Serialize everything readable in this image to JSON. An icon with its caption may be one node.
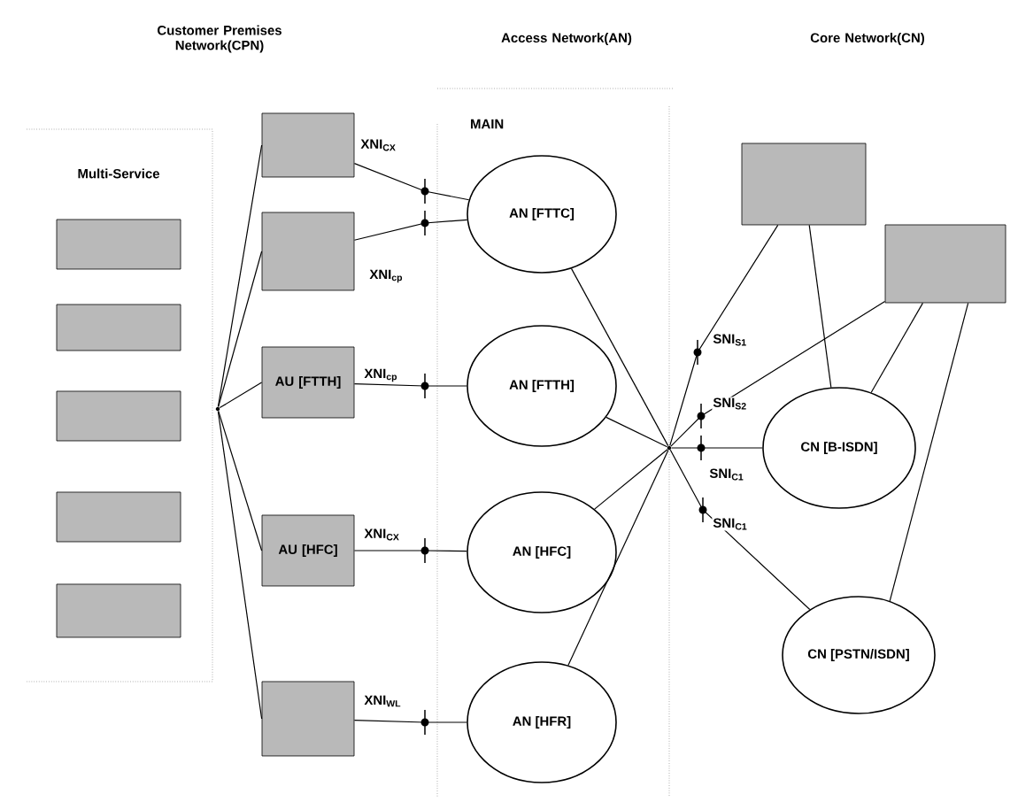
{
  "diagram": {
    "nodes": [
      {
        "text": [],
        "shape": "box"
      },
      {
        "text": [],
        "shape": "box"
      },
      {
        "text": [],
        "shape": "box"
      },
      {
        "text": [],
        "shape": "box"
      },
      {
        "text": [],
        "shape": "box"
      },
      {
        "text": [],
        "shape": "dot"
      },
      {
        "text": [],
        "shape": "box"
      },
      {
        "text": [],
        "shape": "box"
      },
      {
        "text": [
          "AU [FTTH]"
        ]
      },
      {
        "text": [
          "AU [HFC]"
        ]
      },
      {
        "text": [],
        "shape": "box"
      },
      {
        "text": [
          "AN [FTTC]"
        ]
      },
      {
        "text": [
          "AN [FTTH]"
        ]
      },
      {
        "text": [
          "AN [HFC]"
        ]
      },
      {
        "text": [
          "AN [HFR]"
        ]
      },
      {
        "text": [],
        "shape": "dot"
      },
      {
        "text": [],
        "shape": "box"
      },
      {
        "text": [],
        "shape": "box"
      },
      {
        "text": [
          "CN [B-ISDN]"
        ]
      },
      {
        "text": [
          "CN [PSTN/ISDN]"
        ]
      }
    ],
    "edges": [
      {
        "from": 5,
        "to": 6,
        "arrow": "none"
      },
      {
        "from": 5,
        "to": 7,
        "arrow": "none"
      },
      {
        "from": 5,
        "to": 8,
        "arrow": "none"
      },
      {
        "from": 5,
        "to": 9,
        "arrow": "none"
      },
      {
        "from": 5,
        "to": 10,
        "arrow": "none"
      },
      {
        "from": 6,
        "to": 11,
        "arrow": "none",
        "label": "XNI$_{CX}$"
      },
      {
        "from": 7,
        "to": 11,
        "arrow": "none",
        "label": "XNI$_{cp}$"
      },
      {
        "from": 8,
        "to": 12,
        "arrow": "none",
        "label": "XNI$_{cp}$"
      },
      {
        "from": 9,
        "to": 13,
        "arrow": "none",
        "label": "XNI$_{CX}$"
      },
      {
        "from": 10,
        "to": 14,
        "arrow": "none",
        "label": "XNI$_{WL}$"
      },
      {
        "from": 11,
        "to": 15,
        "arrow": "none"
      },
      {
        "from": 12,
        "to": 15,
        "arrow": "none"
      },
      {
        "from": 13,
        "to": 15,
        "arrow": "none"
      },
      {
        "from": 14,
        "to": 15,
        "arrow": "none"
      },
      {
        "from": 15,
        "to": 16,
        "arrow": "none",
        "label": "SNI$_{S1}$"
      },
      {
        "from": 15,
        "to": 17,
        "arrow": "none",
        "label": "SNI$_{S2}$"
      },
      {
        "from": 15,
        "to": 18,
        "arrow": "none",
        "label": "SNI$_{C1}$"
      },
      {
        "from": 15,
        "to": 19,
        "arrow": "none",
        "label": "SNI$_{C1}$"
      },
      {
        "from": 16,
        "to": 18,
        "arrow": "none"
      },
      {
        "from": 17,
        "to": 18,
        "arrow": "none"
      },
      {
        "from": 17,
        "to": 19,
        "arrow": "none"
      }
    ],
    "labels": [
      "Customer Premises Network(CPN)",
      "Access Network(AN)",
      "Core Network(CN)",
      "Multi-Service",
      "MAIN"
    ]
  }
}
